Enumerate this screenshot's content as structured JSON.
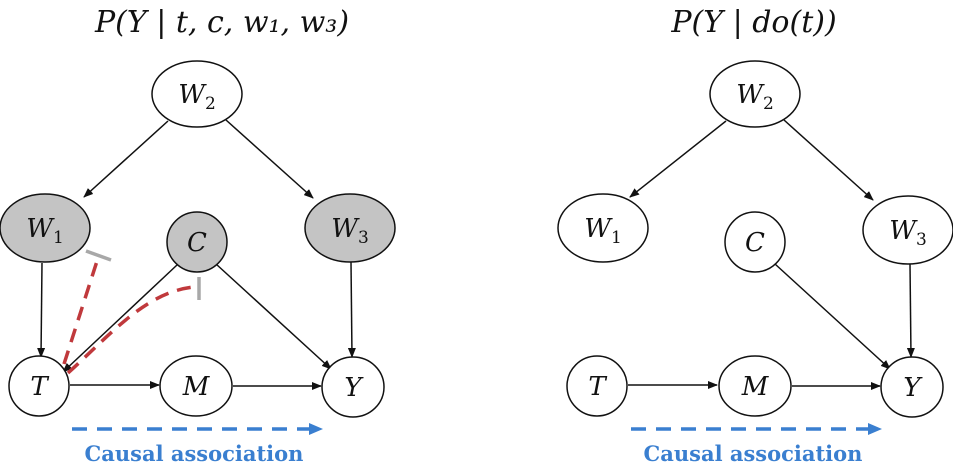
{
  "panels": [
    {
      "title": "P(Y | t, c, w₁, w₃)",
      "caption": "Causal association",
      "nodes": [
        {
          "id": "W2",
          "label": "W",
          "sub": "2",
          "shaded": false
        },
        {
          "id": "W1",
          "label": "W",
          "sub": "1",
          "shaded": true
        },
        {
          "id": "C",
          "label": "C",
          "sub": "",
          "shaded": true
        },
        {
          "id": "W3",
          "label": "W",
          "sub": "3",
          "shaded": true
        },
        {
          "id": "T",
          "label": "T",
          "sub": "",
          "shaded": false
        },
        {
          "id": "M",
          "label": "M",
          "sub": "",
          "shaded": false
        },
        {
          "id": "Y",
          "label": "Y",
          "sub": "",
          "shaded": false
        }
      ],
      "edges": [
        [
          "W2",
          "W1"
        ],
        [
          "W2",
          "W3"
        ],
        [
          "W1",
          "T"
        ],
        [
          "W3",
          "Y"
        ],
        [
          "C",
          "T"
        ],
        [
          "C",
          "Y"
        ],
        [
          "T",
          "M"
        ],
        [
          "M",
          "Y"
        ]
      ],
      "blocked_paths": [
        "T-W1",
        "T-C"
      ]
    },
    {
      "title": "P(Y | do(t))",
      "caption": "Causal association",
      "nodes": [
        {
          "id": "W2",
          "label": "W",
          "sub": "2",
          "shaded": false
        },
        {
          "id": "W1",
          "label": "W",
          "sub": "1",
          "shaded": false
        },
        {
          "id": "C",
          "label": "C",
          "sub": "",
          "shaded": false
        },
        {
          "id": "W3",
          "label": "W",
          "sub": "3",
          "shaded": false
        },
        {
          "id": "T",
          "label": "T",
          "sub": "",
          "shaded": false
        },
        {
          "id": "M",
          "label": "M",
          "sub": "",
          "shaded": false
        },
        {
          "id": "Y",
          "label": "Y",
          "sub": "",
          "shaded": false
        }
      ],
      "edges": [
        [
          "W2",
          "W1"
        ],
        [
          "W2",
          "W3"
        ],
        [
          "W3",
          "Y"
        ],
        [
          "C",
          "Y"
        ],
        [
          "T",
          "M"
        ],
        [
          "M",
          "Y"
        ]
      ],
      "blocked_paths": []
    }
  ]
}
